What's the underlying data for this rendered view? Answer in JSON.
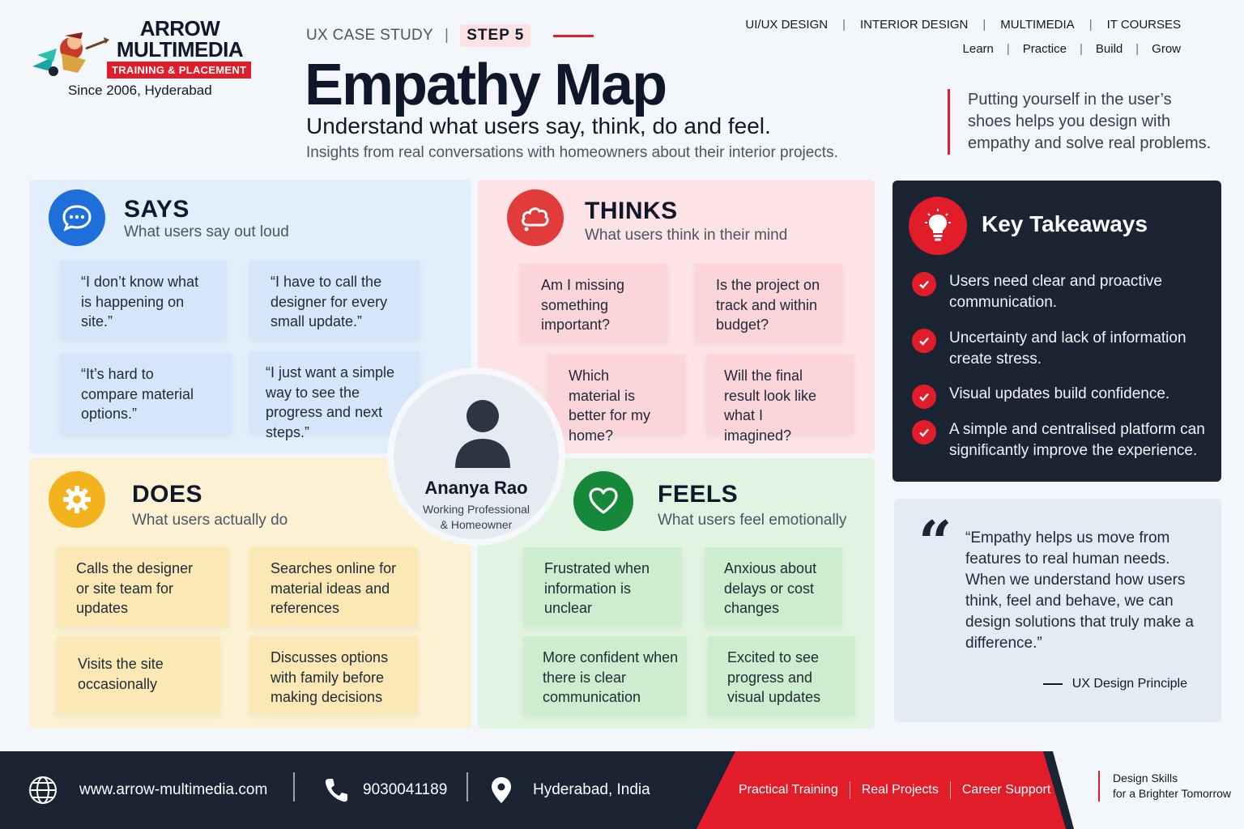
{
  "brand": {
    "name_line1": "ARROW",
    "name_line2": "MULTIMEDIA",
    "tagline": "TRAINING & PLACEMENT",
    "since": "Since 2006, Hyderabad"
  },
  "header": {
    "eyebrow": "UX CASE STUDY",
    "eyebrow_sep": "|",
    "step": "STEP 5",
    "title": "Empathy Map",
    "subtitle": "Understand what users say, think, do and feel.",
    "subtext": "Insights from real conversations with homeowners about their interior projects."
  },
  "topnav": [
    "UI/UX DESIGN",
    "INTERIOR DESIGN",
    "MULTIMEDIA",
    "IT COURSES"
  ],
  "subnav": [
    "Learn",
    "Practice",
    "Build",
    "Grow"
  ],
  "nav_sep": "|",
  "intro": "Putting yourself in the user’s shoes helps you design with empathy and solve real problems.",
  "says": {
    "title": "SAYS",
    "subtitle": "What users say out loud",
    "cards": [
      "“I don’t know what is happening on site.”",
      "“I have to call the designer for every small update.”",
      "“It’s hard to compare material options.”",
      "“I just want a simple way to see the progress and next steps.”"
    ]
  },
  "thinks": {
    "title": "THINKS",
    "subtitle": "What users think in their mind",
    "cards": [
      "Am I missing something important?",
      "Is the project on track and within budget?",
      "Which material is better for my home?",
      "Will the final result look like what I imagined?"
    ]
  },
  "does": {
    "title": "DOES",
    "subtitle": "What users actually do",
    "cards": [
      "Calls the designer or site team for updates",
      "Searches online for material ideas and references",
      "Visits the site occasionally",
      "Discusses options with family before making decisions"
    ]
  },
  "feels": {
    "title": "FEELS",
    "subtitle": "What users feel emotionally",
    "cards": [
      "Frustrated when information is unclear",
      "Anxious about delays or cost changes",
      "More confident when there is clear communication",
      "Excited to see progress and visual updates"
    ]
  },
  "persona": {
    "name": "Ananya Rao",
    "role_line1": "Working Professional",
    "role_line2": "& Homeowner"
  },
  "takeaways": {
    "title": "Key Takeaways",
    "items": [
      "Users need clear and proactive communication.",
      "Uncertainty and lack of information create stress.",
      "Visual updates build confidence.",
      "A simple and centralised platform can significantly improve the experience."
    ]
  },
  "quote": {
    "mark": "“",
    "text": "“Empathy helps us move from features to real human needs. When we understand how users think, feel and behave, we can design solutions that truly make a difference.”",
    "attribution": "UX Design Principle"
  },
  "footer": {
    "website": "www.arrow-multimedia.com",
    "phone": "9030041189",
    "location": "Hyderabad, India",
    "links": [
      "Practical Training",
      "Real Projects",
      "Career Support"
    ],
    "slogan_line1": "Design Skills",
    "slogan_line2": "for a Brighter Tomorrow"
  },
  "icons": {
    "says": "chat-bubble-icon",
    "thinks": "thought-cloud-icon",
    "does": "gear-icon",
    "feels": "heart-icon",
    "takeaways": "lightbulb-icon",
    "check": "check-icon",
    "web": "globe-icon",
    "phone": "phone-icon",
    "location": "map-pin-icon"
  },
  "colors": {
    "accent_red": "#e11d2a",
    "says_blue": "#1e6fd9",
    "thinks_red": "#e23b3b",
    "does_yellow": "#f4b21f",
    "feels_green": "#16883a",
    "dark_navy": "#1b2432"
  }
}
